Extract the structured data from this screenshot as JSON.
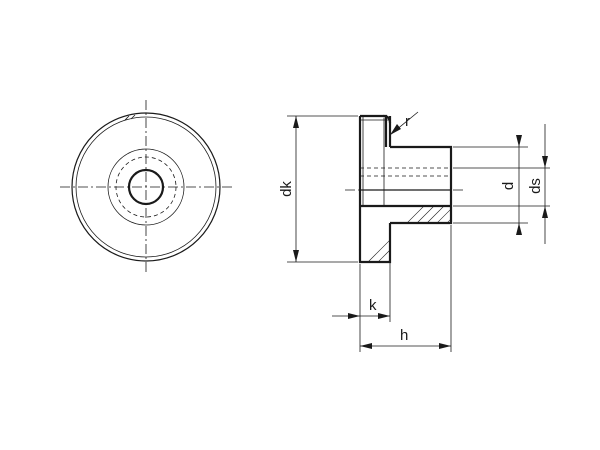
{
  "labels": {
    "dk": "dk",
    "d": "d",
    "ds": "ds",
    "k": "k",
    "h": "h",
    "r": "r"
  }
}
